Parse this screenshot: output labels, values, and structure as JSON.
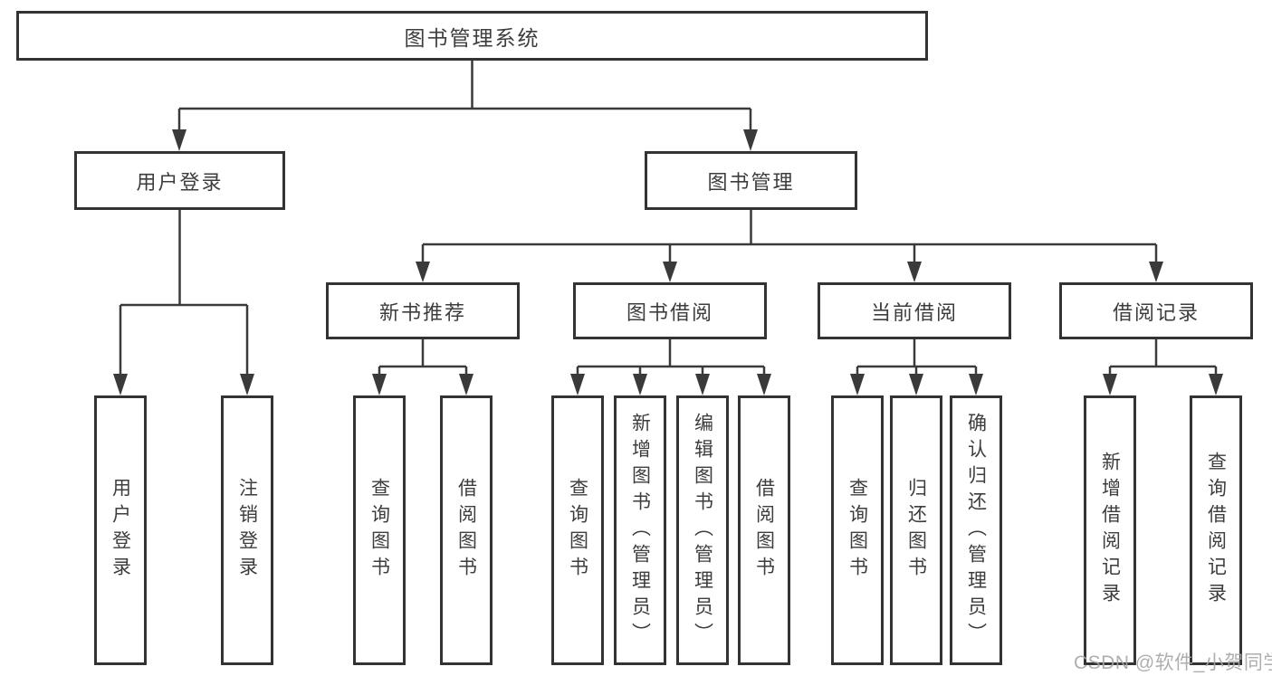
{
  "diagram": {
    "root": {
      "label": "图书管理系统"
    },
    "level2": {
      "user_login": {
        "label": "用户登录"
      },
      "book_management": {
        "label": "图书管理"
      }
    },
    "level3": {
      "new_book_recommend": {
        "label": "新书推荐"
      },
      "book_borrowing": {
        "label": "图书借阅"
      },
      "current_borrowing": {
        "label": "当前借阅"
      },
      "borrowing_records": {
        "label": "借阅记录"
      }
    },
    "leaves": {
      "user_login": {
        "label": "用户登录",
        "parent": "用户登录"
      },
      "logout": {
        "label": "注销登录",
        "parent": "用户登录"
      },
      "nb_query_books": {
        "label": "查询图书",
        "parent": "新书推荐"
      },
      "nb_borrow_books": {
        "label": "借阅图书",
        "parent": "新书推荐"
      },
      "bb_query_books": {
        "label": "查询图书",
        "parent": "图书借阅"
      },
      "bb_add_books": {
        "label": "新增图书（管理员）",
        "parent": "图书借阅"
      },
      "bb_edit_books": {
        "label": "编辑图书（管理员）",
        "parent": "图书借阅"
      },
      "bb_borrow_books": {
        "label": "借阅图书",
        "parent": "图书借阅"
      },
      "cb_query_books": {
        "label": "查询图书",
        "parent": "当前借阅"
      },
      "cb_return_books": {
        "label": "归还图书",
        "parent": "当前借阅"
      },
      "cb_confirm_return": {
        "label": "确认归还（管理员）",
        "parent": "当前借阅"
      },
      "br_add_record": {
        "label": "新增借阅记录",
        "parent": "借阅记录"
      },
      "br_query_record": {
        "label": "查询借阅记录",
        "parent": "借阅记录"
      }
    },
    "watermark": "CSDN @软件_小贺同学",
    "colors": {
      "line": "#3a3a3a",
      "box_border": "#333333",
      "text": "#3d3d3d",
      "background": "#ffffff",
      "watermark": "#a6a6a6"
    }
  }
}
